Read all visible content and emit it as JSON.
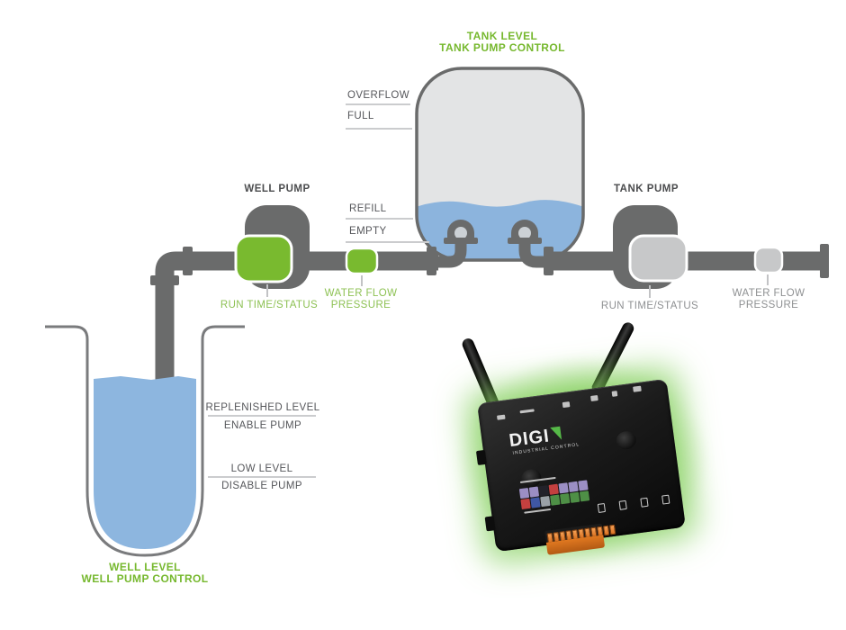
{
  "theme": {
    "accent_green": "#76b82e",
    "label_green": "#8dc153",
    "pipe_gray": "#6a6b6b",
    "dark_label": "#4b4c4e",
    "muted_label": "#8e9092",
    "sensor_gray": "#c7c8c9",
    "tank_fill_gray": "#e3e4e5",
    "water_blue": "#8cb4dd",
    "level_line_gray": "#cbccce",
    "device_glow_green": "#80cc56",
    "device_body_black": "#1a1a1a",
    "connector_orange": "#e07820",
    "sticker_colors": [
      "#9b8ec4",
      "#c4403f",
      "#3f57a5",
      "#4e8f46"
    ]
  },
  "tank": {
    "title_lines": [
      "TANK LEVEL",
      "TANK PUMP CONTROL"
    ],
    "level_labels": [
      "OVERFLOW",
      "FULL",
      "REFILL",
      "EMPTY"
    ]
  },
  "well": {
    "title_lines": [
      "WELL LEVEL",
      "WELL PUMP CONTROL"
    ],
    "level_labels": [
      "REPLENISHED LEVEL",
      "ENABLE PUMP",
      "LOW LEVEL",
      "DISABLE PUMP"
    ]
  },
  "well_pump": {
    "name": "WELL PUMP",
    "sensor_label": "RUN TIME/STATUS",
    "flow_label_lines": [
      "WATER FLOW",
      "PRESSURE"
    ]
  },
  "tank_pump": {
    "name": "TANK PUMP",
    "sensor_label": "RUN TIME/STATUS",
    "flow_label_lines": [
      "WATER FLOW",
      "PRESSURE"
    ]
  },
  "device": {
    "brand": "DIGI",
    "subtitle": "INDUSTRIAL CONTROL"
  }
}
